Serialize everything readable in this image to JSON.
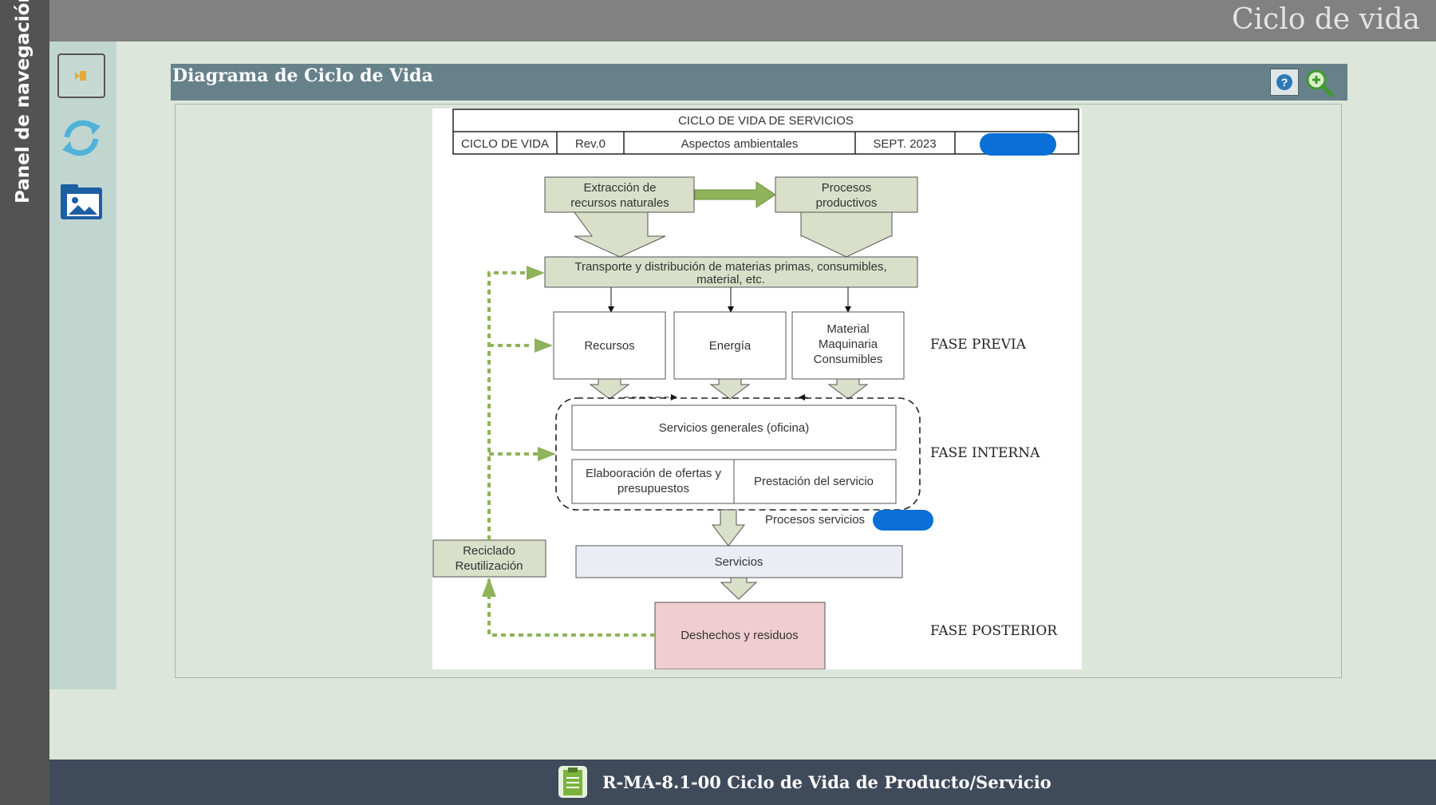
{
  "nav": {
    "title": "Panel de navegación"
  },
  "header": {
    "title": "Ciclo de vida"
  },
  "toolbar": {
    "back_icon": "exit-icon",
    "sync_icon": "sync-icon",
    "gallery_icon": "gallery-icon"
  },
  "panel": {
    "title": "Diagrama de Ciclo de Vida",
    "help_label": "?"
  },
  "footer": {
    "text": "R-MA-8.1-00 Ciclo de Vida de Producto/Servicio"
  },
  "diagram": {
    "table_title": "CICLO DE VIDA DE SERVICIOS",
    "cell_1": "CICLO DE VIDA",
    "cell_2": "Rev.0",
    "cell_3": "Aspectos ambientales",
    "cell_4": "SEPT. 2023",
    "extraccion_1": "Extracción de",
    "extraccion_2": "recursos naturales",
    "procesos_1": "Procesos",
    "procesos_2": "productivos",
    "transporte_1": "Transporte y distribución de materias primas, consumibles,",
    "transporte_2": "material, etc.",
    "recursos": "Recursos",
    "energia": "Energía",
    "material_1": "Material",
    "material_2": "Maquinaria",
    "material_3": "Consumibles",
    "fase_previa": "FASE PREVIA",
    "servicios_generales": "Servicios generales (oficina)",
    "elaboracion_1": "Elabooración de ofertas y",
    "elaboracion_2": "presupuestos",
    "prestacion": "Prestación del servicio",
    "fase_interna": "FASE INTERNA",
    "procesos_servicios": "Procesos servicios",
    "reciclado_1": "Reciclado",
    "reciclado_2": "Reutilización",
    "servicios": "Servicios",
    "deshechos": "Deshechos y residuos",
    "fase_posterior": "FASE POSTERIOR"
  },
  "colors": {
    "nav_bg": "#535353",
    "topbar_bg": "#818181",
    "panel_header_bg": "#66818a",
    "footer_bg": "#3f4a5a",
    "box_green": "#d9dfc9",
    "arrow_green": "#8fb35a",
    "redaction_blue": "#0a6fd6",
    "waste_pink": "#efcdd0"
  }
}
